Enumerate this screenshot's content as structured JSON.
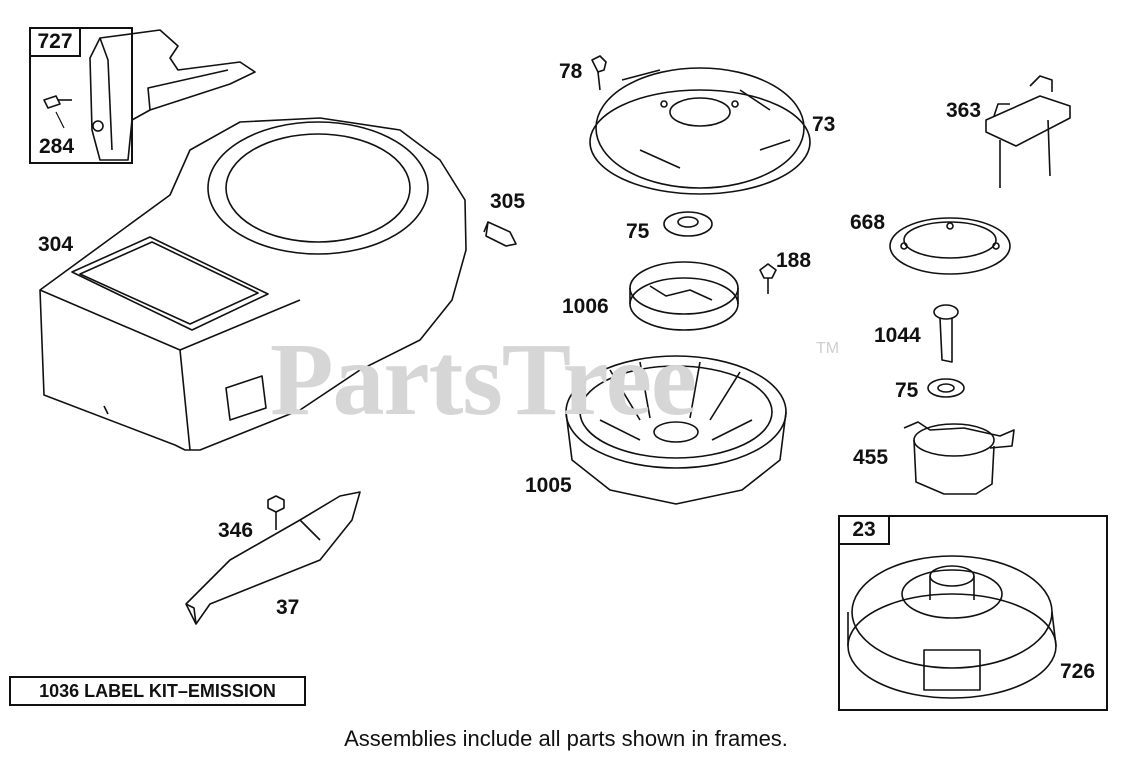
{
  "watermark": {
    "text": "PartsTree",
    "tm": "TM"
  },
  "frames": {
    "f727": {
      "tag": "727"
    },
    "f23": {
      "tag": "23"
    }
  },
  "labels": {
    "l727_284": "284",
    "l304": "304",
    "l305": "305",
    "l346": "346",
    "l37": "37",
    "l78": "78",
    "l73": "73",
    "l75a": "75",
    "l188": "188",
    "l1006": "1006",
    "l1005": "1005",
    "l363": "363",
    "l668": "668",
    "l1044": "1044",
    "l75b": "75",
    "l455": "455",
    "l726": "726"
  },
  "kit_label": "1036 LABEL KIT–EMISSION",
  "footnote": "Assemblies include all parts shown in frames."
}
